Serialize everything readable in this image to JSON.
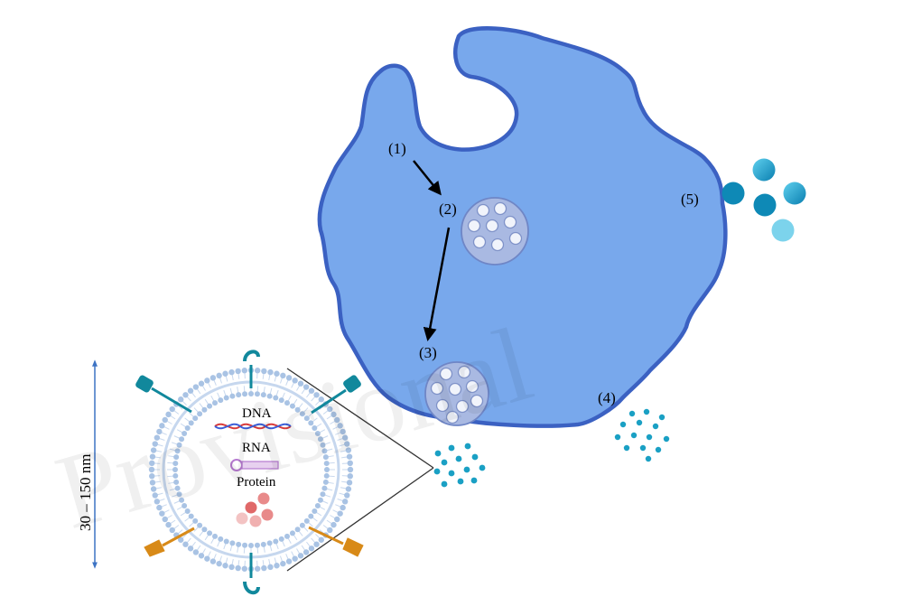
{
  "watermark": "Provisional",
  "labels": {
    "step1": "(1)",
    "step2": "(2)",
    "step3": "(3)",
    "step4": "(4)",
    "step5": "(5)"
  },
  "exosome": {
    "size_label": "30 – 150 nm",
    "cargo": {
      "dna": "DNA",
      "rna": "RNA",
      "protein": "Protein"
    }
  },
  "colors": {
    "cell_fill": "#78a8ec",
    "cell_outline": "#3b61c2",
    "vesicle_fill": "#a9b9e2",
    "vesicle_outline": "#6f86c6",
    "exosome_dot": "#1aa0c4",
    "receptor": "#11889c",
    "orange_protein": "#d88a18",
    "lipid": "#a9c3e4",
    "size_arrow": "#3d73c4"
  },
  "icons": [
    "receptor-icon",
    "dna-helix-icon",
    "rna-hairpin-icon",
    "protein-spheres-icon"
  ]
}
